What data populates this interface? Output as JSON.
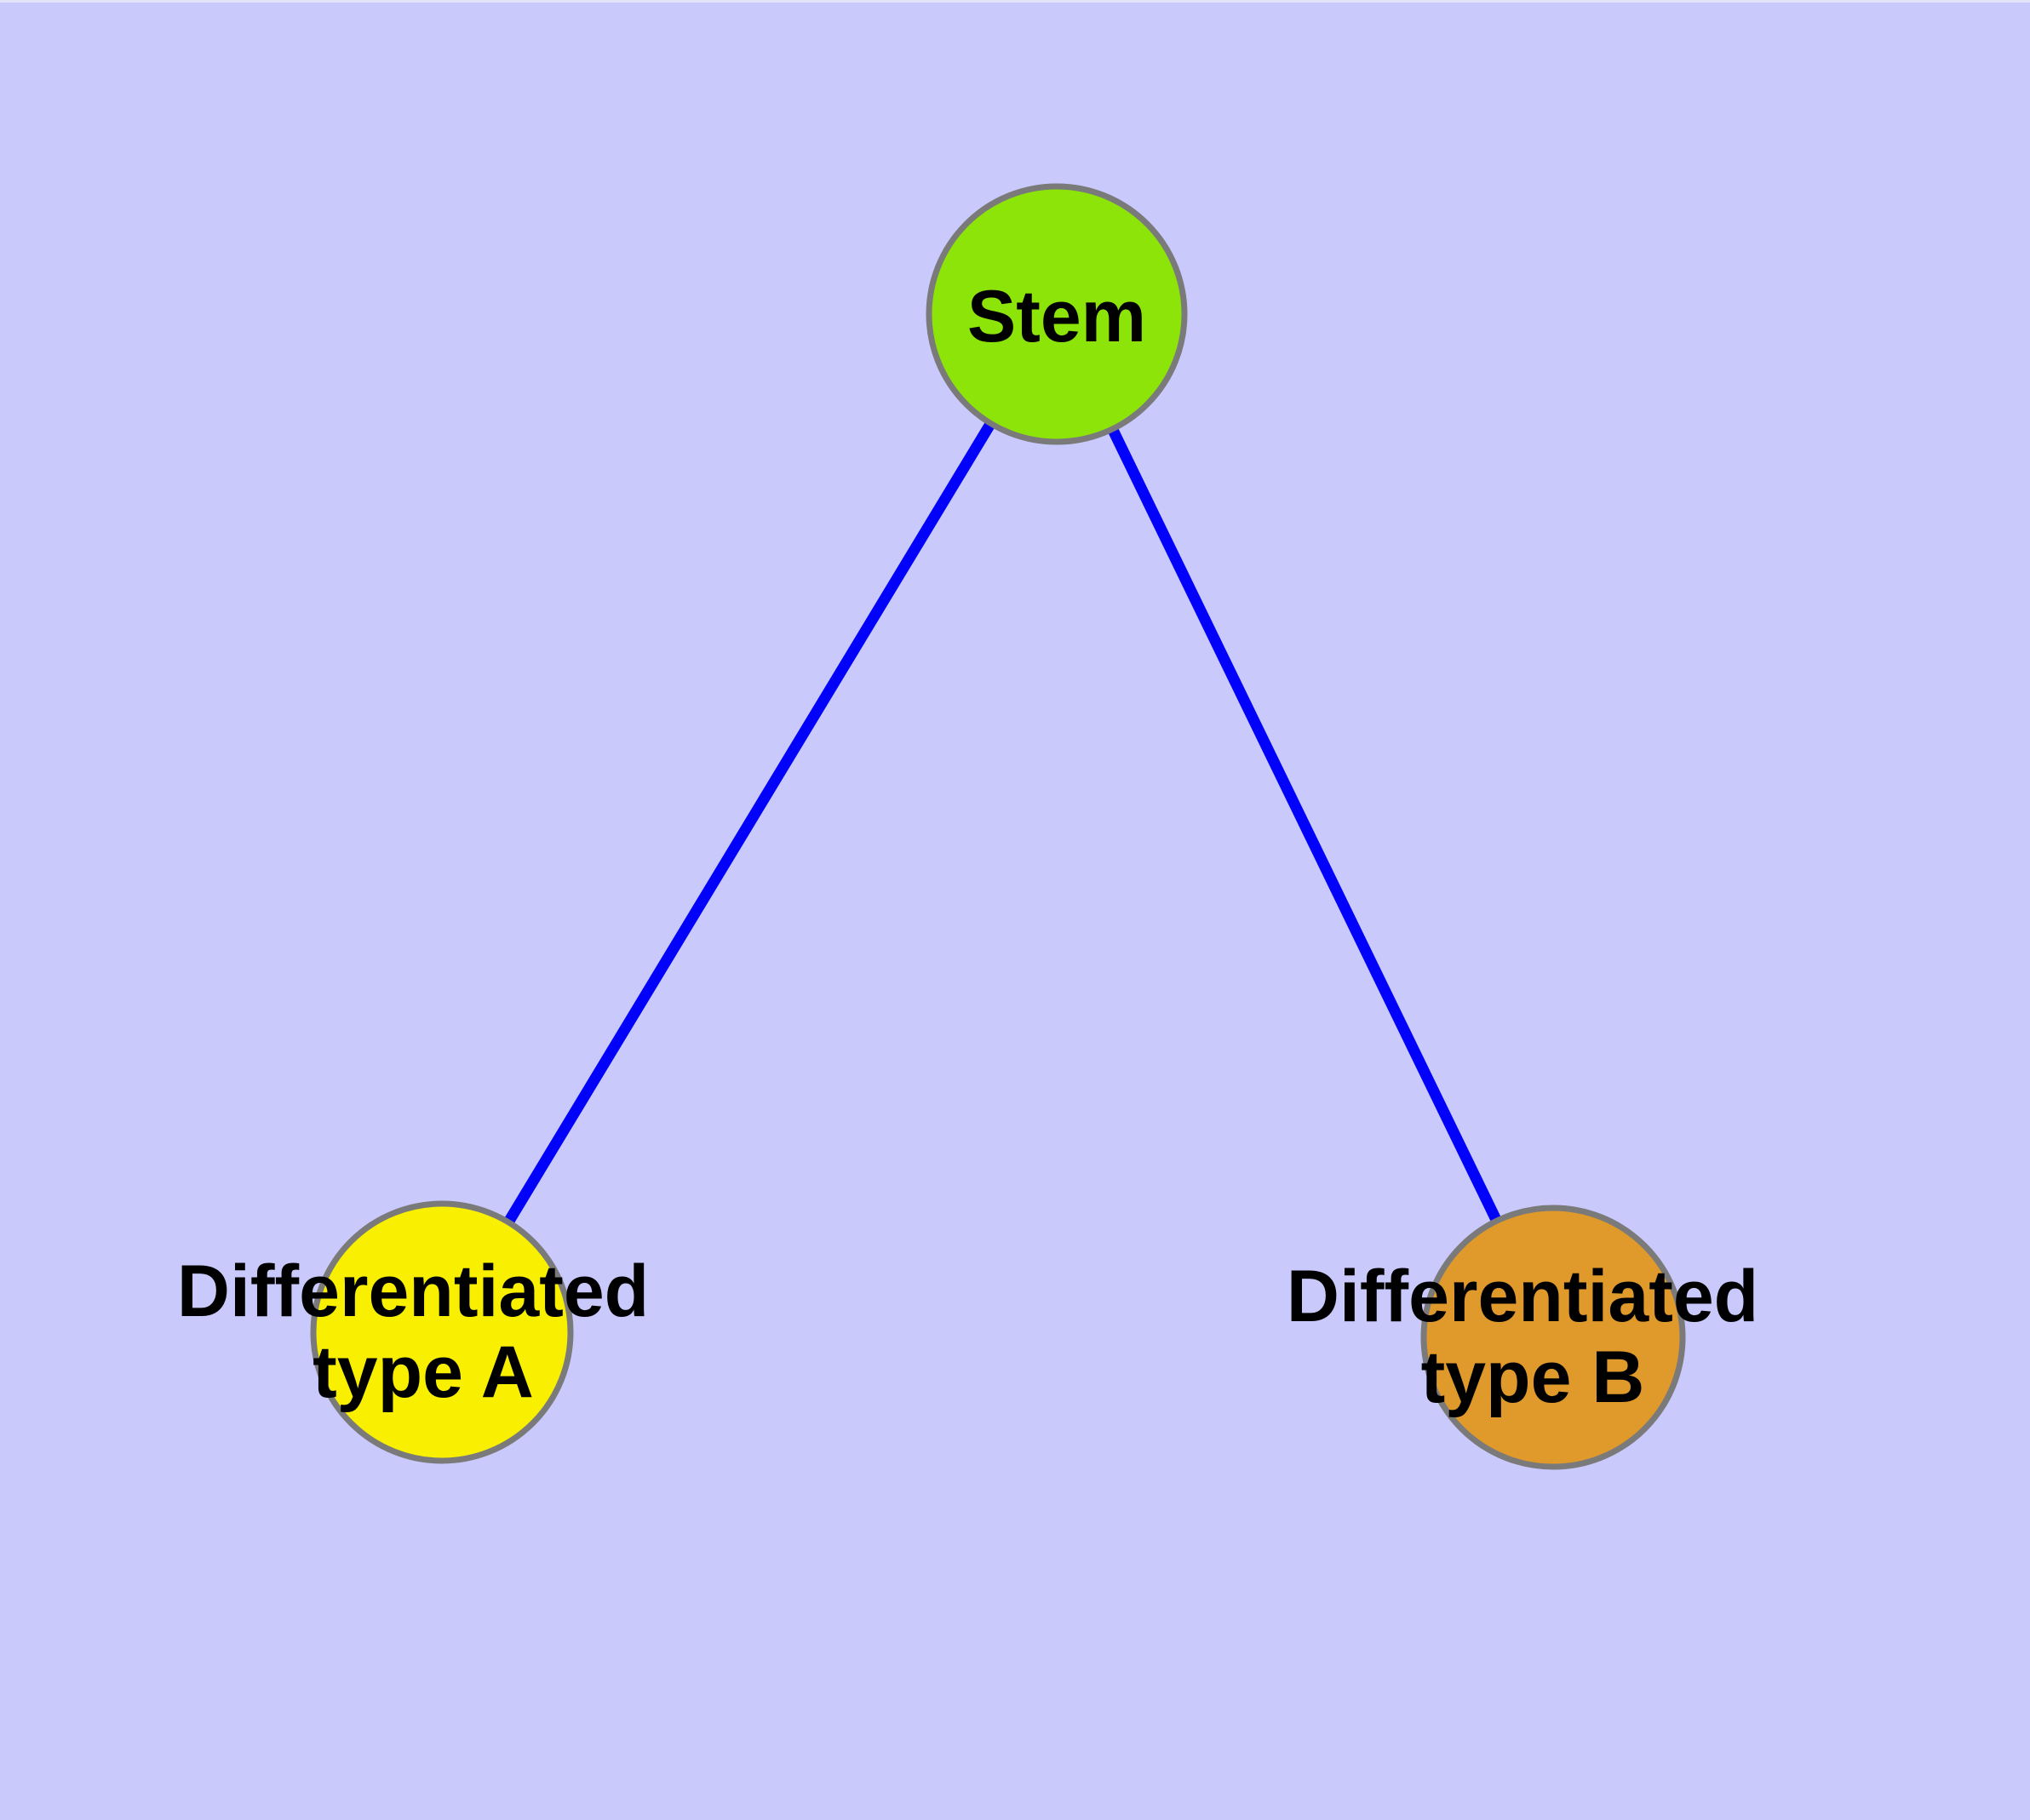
{
  "diagram": {
    "type": "graph",
    "title": "",
    "background_color": "#c9c9fc",
    "top_strip_color": "#e2e2f8",
    "edge_color": "#0202fa",
    "node_border_color": "#7a7a7a",
    "text_color": "#000000",
    "nodes": [
      {
        "id": "stem",
        "label": "Stem",
        "line1": "Stem",
        "line2": "",
        "fill": "#8de408"
      },
      {
        "id": "type-a",
        "label": "Differentiated type A",
        "line1": "Differentiated",
        "line2": "type A",
        "fill": "#f8f000"
      },
      {
        "id": "type-b",
        "label": "Differentiated type B",
        "line1": "Differentiated",
        "line2": "type B",
        "fill": "#e0992b"
      }
    ],
    "edges": [
      {
        "from": "Stem",
        "to": "Differentiated type A"
      },
      {
        "from": "Stem",
        "to": "Differentiated type B"
      }
    ]
  }
}
